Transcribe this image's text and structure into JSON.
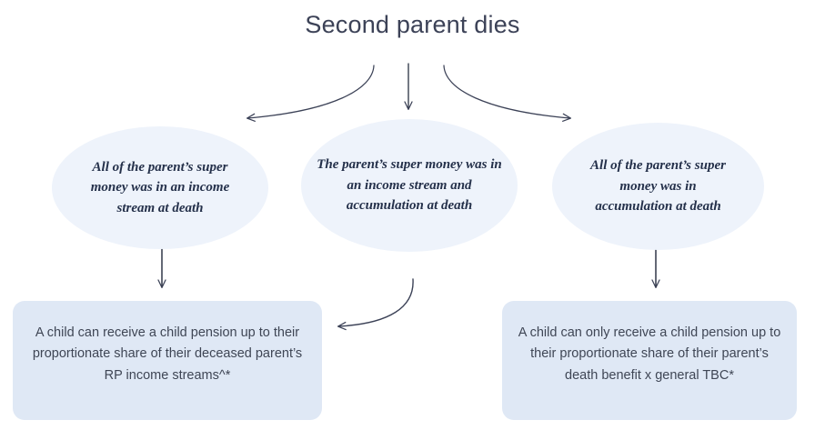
{
  "diagram": {
    "title": "Second parent dies",
    "type": "flowchart",
    "background_color": "#ffffff",
    "ellipse_fill": "#eef3fb",
    "box_fill": "#dfe8f5",
    "arrow_color": "#3c4257",
    "title_color": "#3c4257",
    "ellipse_text_color": "#24304a",
    "box_text_color": "#3f4655"
  },
  "ellipses": [
    {
      "id": "income-stream-only",
      "text": "All of the parent’s super money was in an income stream at death"
    },
    {
      "id": "income-stream-and-accumulation",
      "text": "The parent’s super money was in an income stream and accumulation at death"
    },
    {
      "id": "accumulation-only",
      "text": "All of the parent’s super money was in accumulation at death"
    }
  ],
  "outcomes": [
    {
      "id": "rp-income-streams",
      "text": "A child can receive a child pension up to their proportionate  share of their deceased parent’s RP income streams^*"
    },
    {
      "id": "death-benefit-general-tbc",
      "text": "A child can only receive a child pension up to their proportionate  share of their parent’s death benefit x general TBC*"
    }
  ],
  "arrows": [
    {
      "id": "title-to-left",
      "shape": "curved",
      "direction": "down-left"
    },
    {
      "id": "title-to-middle",
      "shape": "straight",
      "direction": "down"
    },
    {
      "id": "title-to-right",
      "shape": "curved",
      "direction": "down-right"
    },
    {
      "id": "left-ellipse-to-left-box",
      "shape": "straight",
      "direction": "down"
    },
    {
      "id": "middle-ellipse-to-left-box",
      "shape": "curved",
      "direction": "down-left"
    },
    {
      "id": "right-ellipse-to-right-box",
      "shape": "straight",
      "direction": "down"
    }
  ]
}
